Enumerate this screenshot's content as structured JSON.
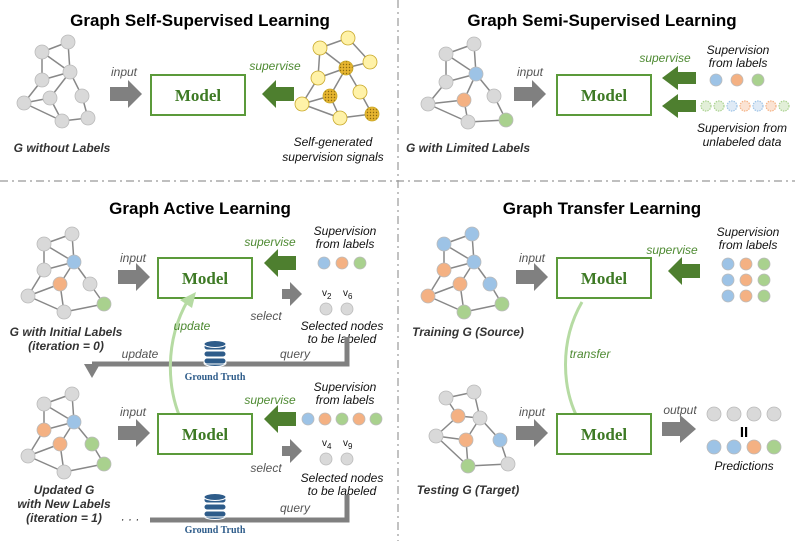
{
  "colors": {
    "model_border": "#5b9a3a",
    "model_text": "#3e7a25",
    "supervise_arrow": "#4e7f2f",
    "input_arrow": "#808080",
    "node_gray": "#d9d9d9",
    "node_blue": "#9dc3e6",
    "node_orange": "#f4b183",
    "node_green": "#a9d18e",
    "node_yellow": "#fff2a8",
    "node_gold": "#e6b430",
    "database": "#2e5c8a"
  },
  "panels": {
    "self_supervised": {
      "title": "Graph Self-Supervised Learning",
      "input_label": "input",
      "model_label": "Model",
      "supervise_label": "supervise",
      "graph_caption": "G without Labels",
      "signals_caption": [
        "Self-generated",
        "supervision signals"
      ]
    },
    "semi_supervised": {
      "title": "Graph Semi-Supervised Learning",
      "input_label": "input",
      "model_label": "Model",
      "supervise_label": "supervise",
      "labels_caption": [
        "Supervision",
        "from labels"
      ],
      "unlabeled_caption": [
        "Supervision from",
        "unlabeled data"
      ],
      "graph_caption": "G with Limited Labels"
    },
    "active": {
      "title": "Graph Active Learning",
      "input_label": "input",
      "model_label": "Model",
      "supervise_label": "supervise",
      "select_label": "select",
      "update_label": "update",
      "query_label": "query",
      "labels_caption": [
        "Supervision",
        "from labels"
      ],
      "selected_caption": [
        "Selected nodes",
        "to be labeled"
      ],
      "v_label": "v",
      "selected_nodes_1": [
        "2",
        "6"
      ],
      "selected_nodes_2": [
        "4",
        "9"
      ],
      "graph1_caption": [
        "G with Initial Labels",
        "(iteration = 0)"
      ],
      "graph2_caption": [
        "Updated G",
        "with New Labels",
        "(iteration = 1)"
      ],
      "ground_truth_label": "Ground Truth",
      "ellipsis": "· · ·"
    },
    "transfer": {
      "title": "Graph Transfer Learning",
      "input_label": "input",
      "model_label": "Model",
      "supervise_label": "supervise",
      "transfer_label": "transfer",
      "output_label": "output",
      "labels_caption": [
        "Supervision",
        "from labels"
      ],
      "source_caption": "Training G (Source)",
      "target_caption": "Testing G (Target)",
      "equals_label": "II",
      "predictions_caption": "Predictions"
    }
  }
}
